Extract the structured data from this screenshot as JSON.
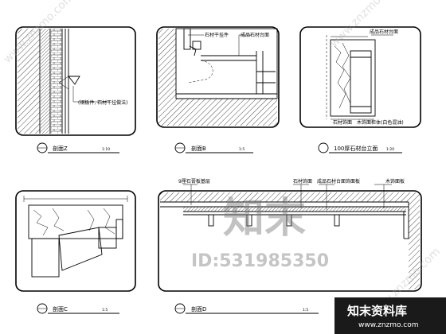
{
  "panels": [
    {
      "title": "剖面Z",
      "scale": "1:10",
      "callouts": [
        "(钢板件, 石材干挂做法)"
      ]
    },
    {
      "title": "剖面B",
      "scale": "1:5",
      "callouts": [
        "石材干挂件",
        "成品石材台面"
      ]
    },
    {
      "title": "100厚石材台立面",
      "scale": "1:20",
      "callouts": [
        "成品石材台面",
        "石材饰面",
        "木饰面柜体(白色混油)"
      ]
    },
    {
      "title": "剖面C",
      "scale": "1:5",
      "callouts": []
    },
    {
      "title": "剖面D",
      "scale": "1:5",
      "callouts": [
        "9厘石膏板基层",
        "石材饰面",
        "成品石材台面饰面板",
        "木饰面板"
      ]
    }
  ],
  "watermark": {
    "logo_text": "知末",
    "id_text": "ID:531985350",
    "brand_name": "知末资料库",
    "brand_url": "www.znzmo.com",
    "side_text": "www.znzmo.com"
  }
}
